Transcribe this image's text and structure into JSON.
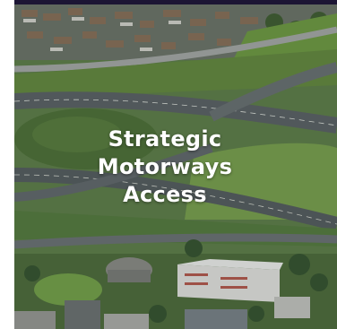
{
  "hero": {
    "title_lines": [
      "Strategic",
      "Motorways",
      "Access"
    ],
    "image_alt_icon": "aerial-motorway-photo",
    "topbar_color": "#1c1534"
  }
}
